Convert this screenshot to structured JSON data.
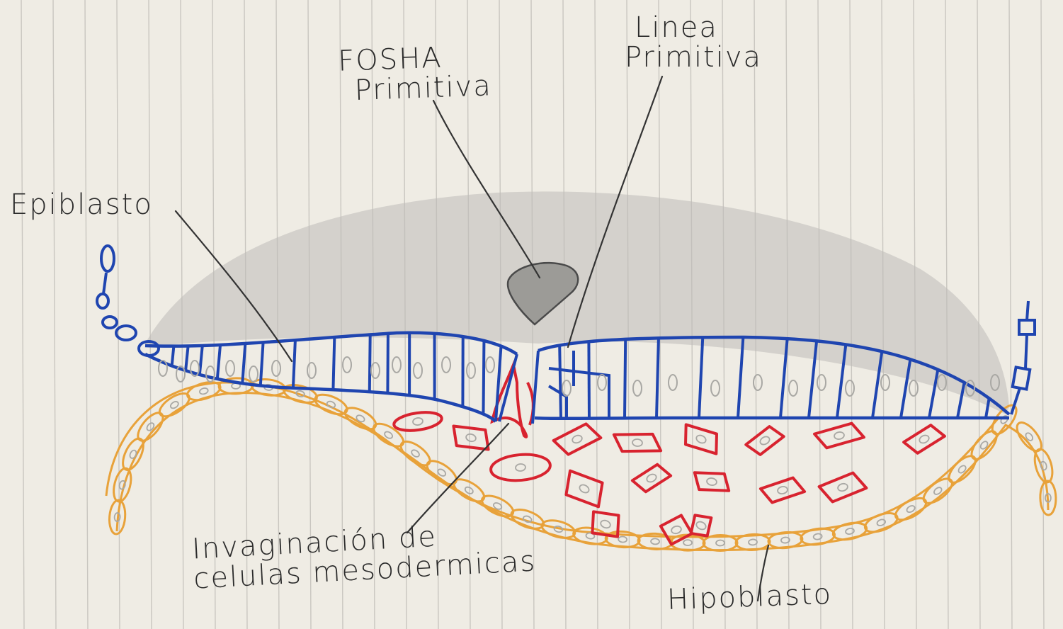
{
  "labels": {
    "fosa_line1": "FOSHA",
    "fosa_line2": "Primitiva",
    "linea_line1": "Linea",
    "linea_line2": "Primitiva",
    "epiblasto": "Epiblasto",
    "invag_line1": "Invaginación de",
    "invag_line2": "celulas mesodermicas",
    "hipoblasto": "Hipoblasto"
  },
  "colors": {
    "paper": "#efece4",
    "rule_lines": "#c9c6c0",
    "pencil_shading": "#bdbcb8",
    "epiblast_blue": "#1f45b0",
    "hypoblast_orange": "#e8a23a",
    "mesoderm_red": "#d8232f",
    "nuclei_gray": "#a9a8a4",
    "ink": "#2a2a2a"
  }
}
